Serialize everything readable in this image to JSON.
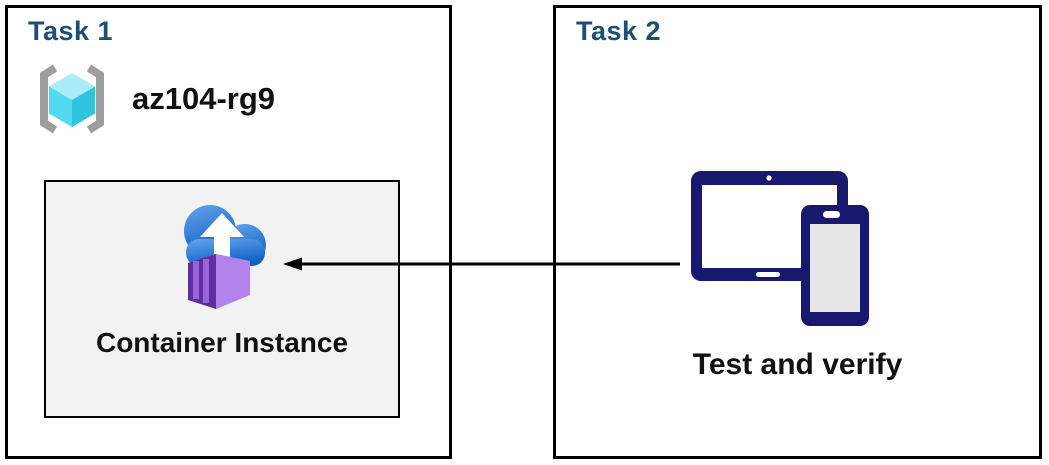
{
  "task1": {
    "title": "Task 1",
    "resource_group_name": "az104-rg9",
    "container_label": "Container Instance"
  },
  "task2": {
    "title": "Task 2",
    "caption": "Test and verify"
  },
  "arrow": {
    "direction": "right-to-left"
  },
  "colors": {
    "title_blue": "#1D4E75",
    "text_black": "#111111",
    "box_border": "#000000",
    "inner_panel_bg": "#F2F2F2",
    "bracket_gray": "#9E9EA0",
    "cube_top": "#A9EDFB",
    "cube_left": "#53D9F1",
    "cube_right": "#2EC4E0",
    "cloud_blue_light": "#66A4EC",
    "cloud_blue_dark": "#0E63C6",
    "arrow_white": "#FFFFFF",
    "container_end_face": "#5E2F9E",
    "container_side_face": "#B283EA",
    "container_top_face": "#9959D6",
    "container_rib": "#9B63D8",
    "device_navy": "#18186E",
    "device_screen_white": "#FFFFFF",
    "phone_screen_gray": "#E6E6E6",
    "arrow_black": "#000000"
  }
}
